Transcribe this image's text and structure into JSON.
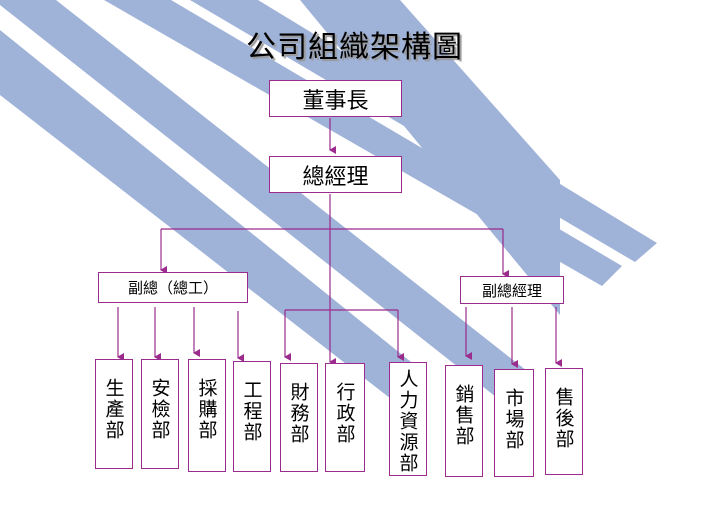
{
  "title": "公司組織架構圖",
  "nodes": {
    "chairman": "董事長",
    "gm": "總經理",
    "vp_left": "副總（總工）",
    "vp_right": "副總經理",
    "production": "生產部",
    "safety": "安檢部",
    "purchasing": "採購部",
    "engineering": "工程部",
    "finance": "財務部",
    "admin": "行政部",
    "hr": "人力資源部",
    "sales": "銷售部",
    "market": "市場部",
    "aftersales": "售後部"
  },
  "colors": {
    "band": "#9fb2d8",
    "line": "#9b2b8c",
    "box_border": "#9b2b8c"
  }
}
